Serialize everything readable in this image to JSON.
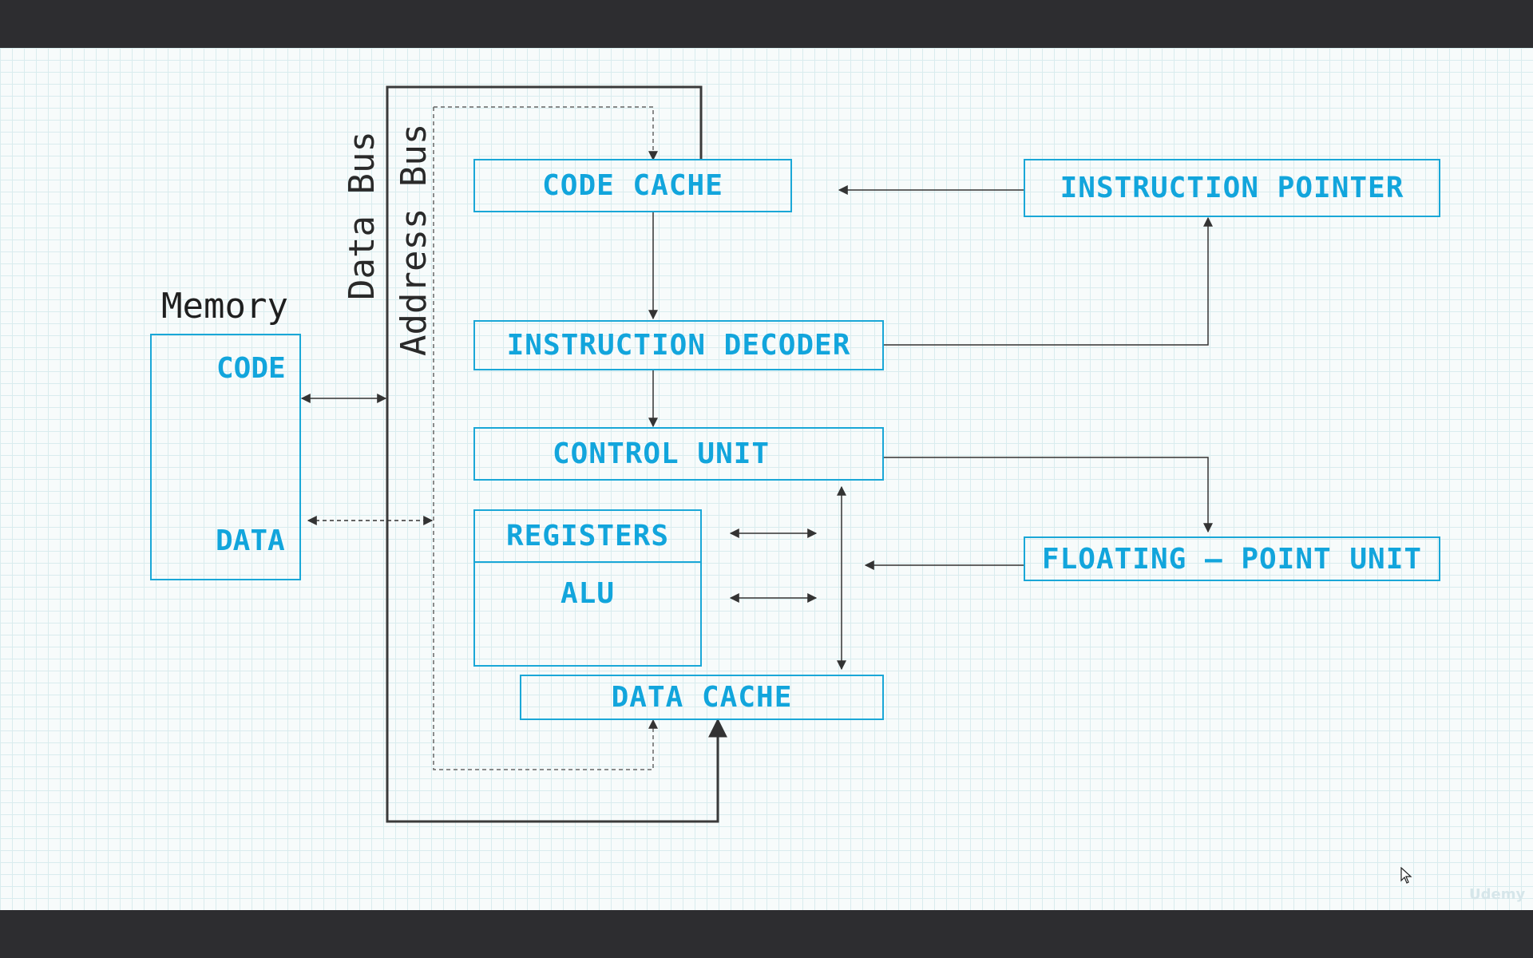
{
  "memory": {
    "title": "Memory",
    "code_label": "CODE",
    "data_label": "DATA"
  },
  "buses": {
    "data_bus": "Data Bus",
    "address_bus": "Address Bus"
  },
  "blocks": {
    "code_cache": "CODE CACHE",
    "instruction_decoder": "INSTRUCTION DECODER",
    "control_unit": "CONTROL UNIT",
    "registers": "REGISTERS",
    "alu": "ALU",
    "data_cache": "DATA CACHE",
    "instruction_pointer": "INSTRUCTION POINTER",
    "floating_point_unit": "FLOATING – POINT UNIT"
  },
  "watermark": "Udemy",
  "colors": {
    "accent": "#1aa7d7",
    "line": "#333333",
    "grid": "#d9ecee"
  }
}
